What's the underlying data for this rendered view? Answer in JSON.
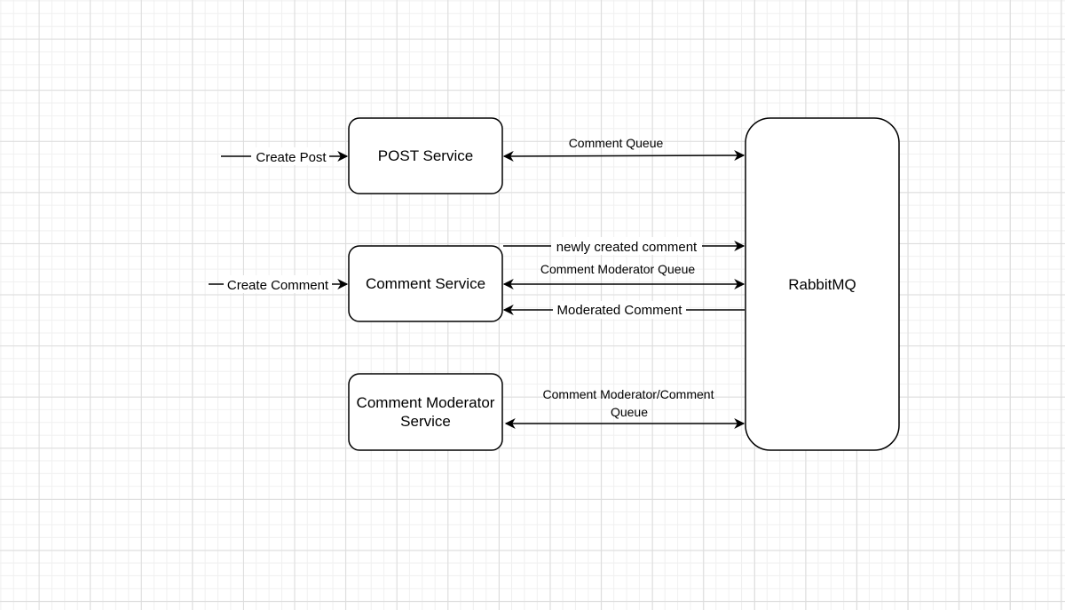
{
  "nodes": {
    "post_service": "POST Service",
    "comment_service": "Comment Service",
    "comment_moderator_service_line1": "Comment Moderator",
    "comment_moderator_service_line2": "Service",
    "rabbitmq": "RabbitMQ"
  },
  "edges": {
    "create_post": "Create Post",
    "create_comment": "Create Comment",
    "comment_queue": "Comment Queue",
    "newly_created_comment": "newly created comment",
    "comment_moderator_queue": "Comment Moderator Queue",
    "moderated_comment": "Moderated Comment",
    "comment_moderator_comment_queue_line1": "Comment Moderator/Comment",
    "comment_moderator_comment_queue_line2": "Queue"
  },
  "colors": {
    "stroke": "#000000",
    "node_fill": "#ffffff",
    "grid": "#dcdcdc"
  }
}
